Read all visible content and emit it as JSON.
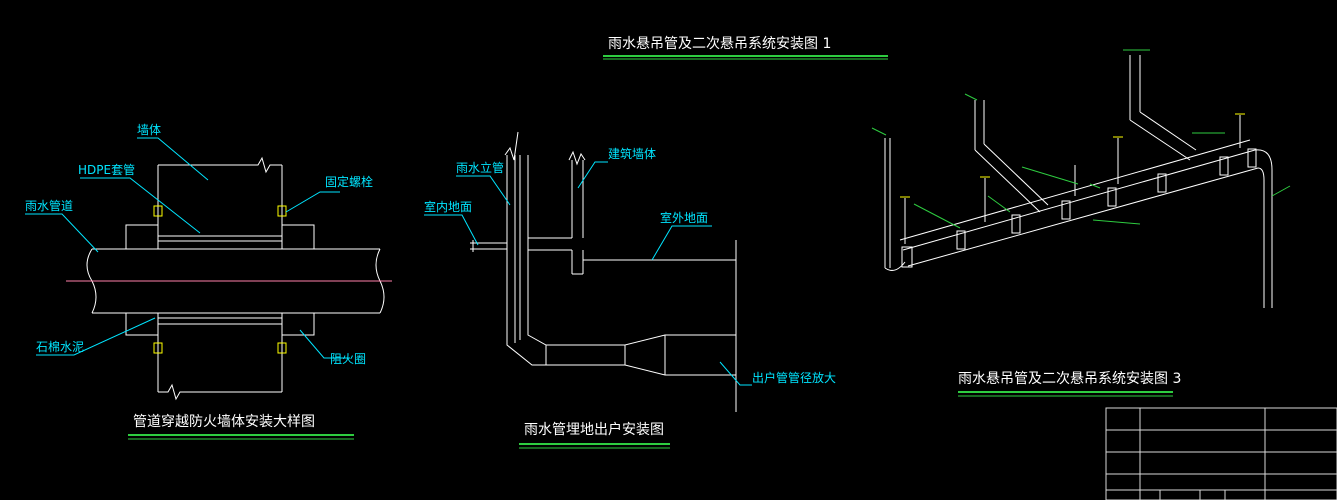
{
  "titles": {
    "main": "雨水悬吊管及二次悬吊系统安装图  1",
    "detail1": "管道穿越防火墙体安装大样图",
    "detail2": "雨水管埋地出户安装图",
    "detail3": "雨水悬吊管及二次悬吊系统安装图  3"
  },
  "labels1": {
    "wall": "墙体",
    "hdpe": "HDPE套管",
    "pipe": "雨水管道",
    "bolt": "固定螺栓",
    "asbestos": "石棉水泥",
    "fire_ring": "阻火圈"
  },
  "labels2": {
    "riser": "雨水立管",
    "struct": "建筑墙体",
    "indoor": "室内地面",
    "outdoor": "室外地面",
    "outlet": "出户管管径放大"
  },
  "colors": {
    "line": "#ffffff",
    "pipe": "#ff7faa",
    "leader": "#00e5ff",
    "green": "#2ecc40",
    "yellow": "#ffff00",
    "red": "#ff3030",
    "frame": "#d8d8d8"
  }
}
